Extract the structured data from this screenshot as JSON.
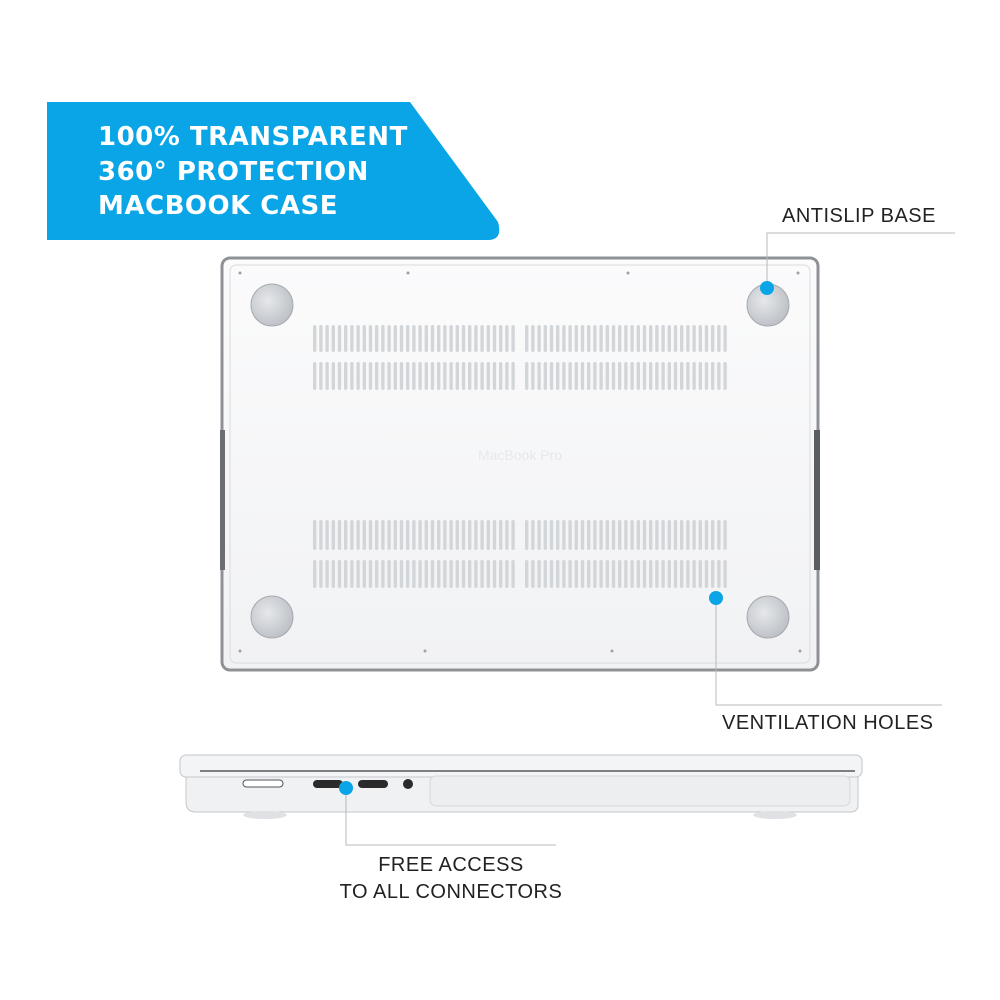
{
  "colors": {
    "accent": "#0aa5e6",
    "text": "#222222",
    "case_outline": "#9a9ea3"
  },
  "banner": {
    "lines": [
      "100% TRANSPARENT",
      "360° PROTECTION",
      "MACBOOK CASE"
    ]
  },
  "laptop": {
    "watermark": "MacBook Pro"
  },
  "callouts": {
    "antislip": "ANTISLIP BASE",
    "ventilation": "VENTILATION HOLES",
    "connectors": [
      "FREE ACCESS",
      "TO ALL CONNECTORS"
    ]
  }
}
